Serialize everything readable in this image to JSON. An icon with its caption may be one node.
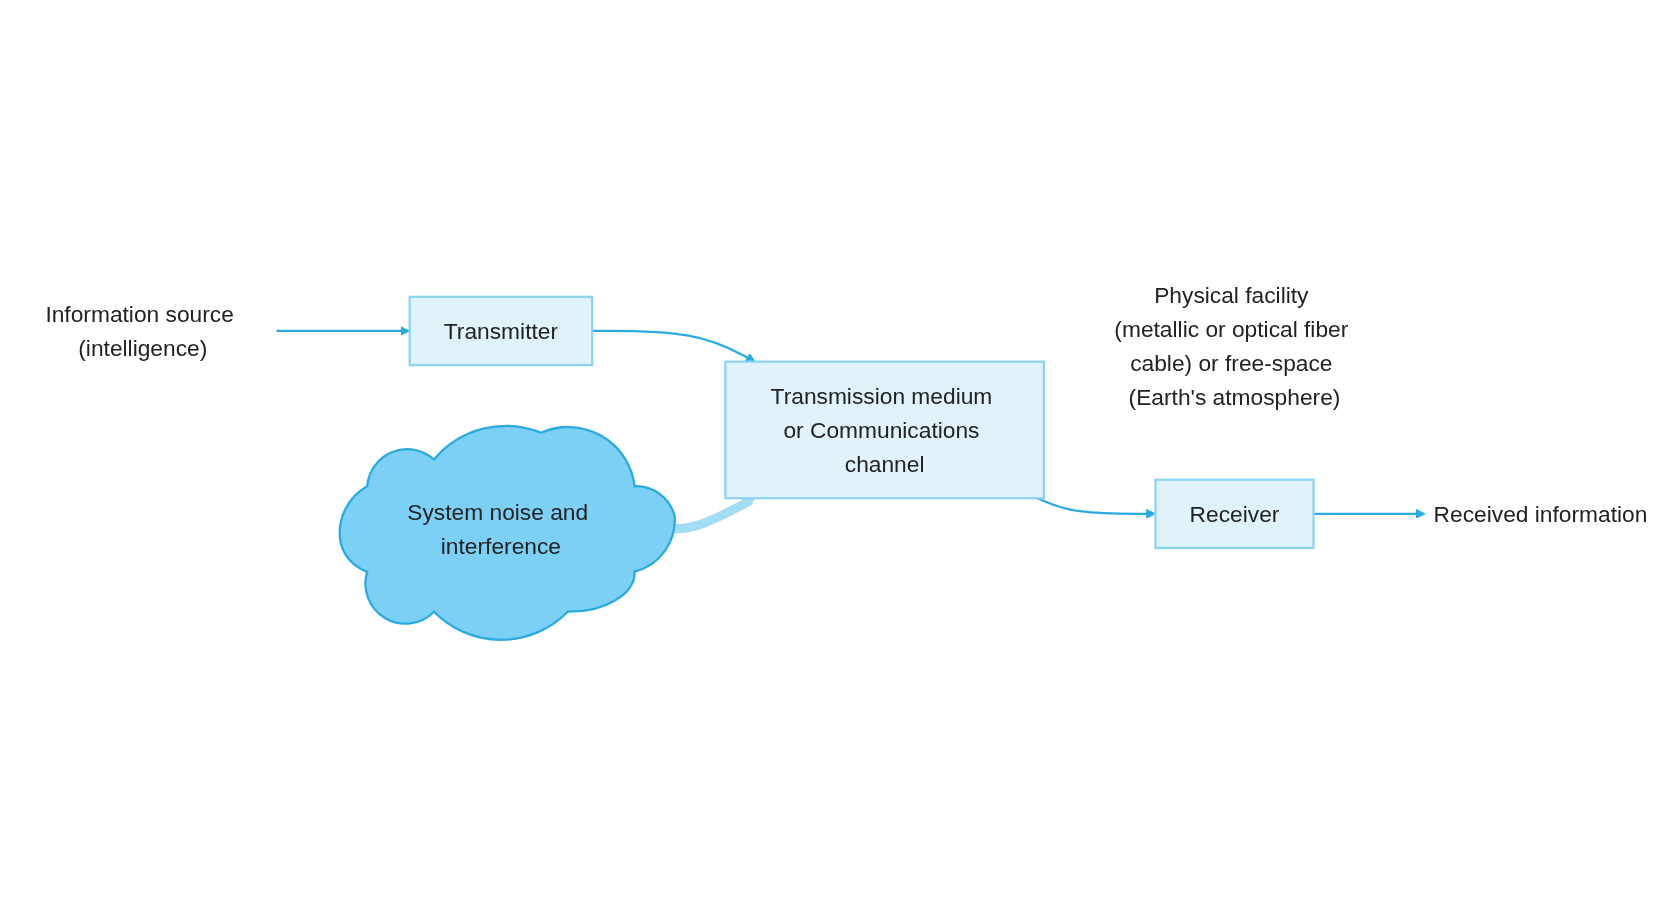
{
  "diagram": {
    "nodes": [
      {
        "text": [
          "System noise and interference"
        ]
      },
      {
        "text": [
          "Information source (intelligence)"
        ]
      },
      {
        "text": [
          "Transmitter"
        ]
      },
      {
        "text": [
          "Transmission medium or Communications channel"
        ],
        "beside": [
          "Physical facility (metallic or optical fiber cable) or free-space (Earth's atmosphere)"
        ]
      },
      {
        "text": [
          "Receiver"
        ]
      },
      {
        "text": [
          "Received information"
        ]
      }
    ],
    "edges": [
      {
        "from": 1,
        "to": 2,
        "arrow": "to"
      },
      {
        "from": 2,
        "to": 3,
        "arrow": "to"
      },
      {
        "from": 3,
        "to": 4,
        "arrow": "to"
      },
      {
        "from": 4,
        "to": 5,
        "arrow": "to"
      },
      {
        "from": 0,
        "to": 3,
        "arrow": "to",
        "style": "thick",
        "color": "#a3dcf5"
      }
    ]
  }
}
